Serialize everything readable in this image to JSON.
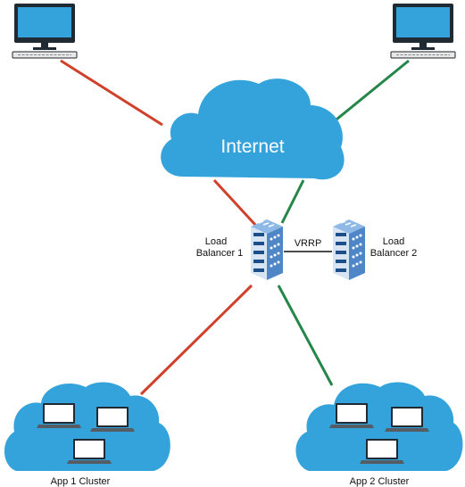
{
  "internet": {
    "label": "Internet"
  },
  "load_balancer_1": {
    "line1": "Load",
    "line2": "Balancer 1"
  },
  "load_balancer_2": {
    "line1": "Load",
    "line2": "Balancer 2"
  },
  "vrrp": {
    "label": "VRRP"
  },
  "cluster_1": {
    "label": "App 1 Cluster"
  },
  "cluster_2": {
    "label": "App 2 Cluster"
  },
  "colors": {
    "active_link": "#d0402a",
    "standby_link": "#25864a",
    "cloud": "#35a3db",
    "server_body": "#5b8fd0"
  },
  "icons": {
    "clients": "desktop-computer-icon",
    "servers": "server-rack-icon",
    "cluster_members": "laptop-icon"
  }
}
